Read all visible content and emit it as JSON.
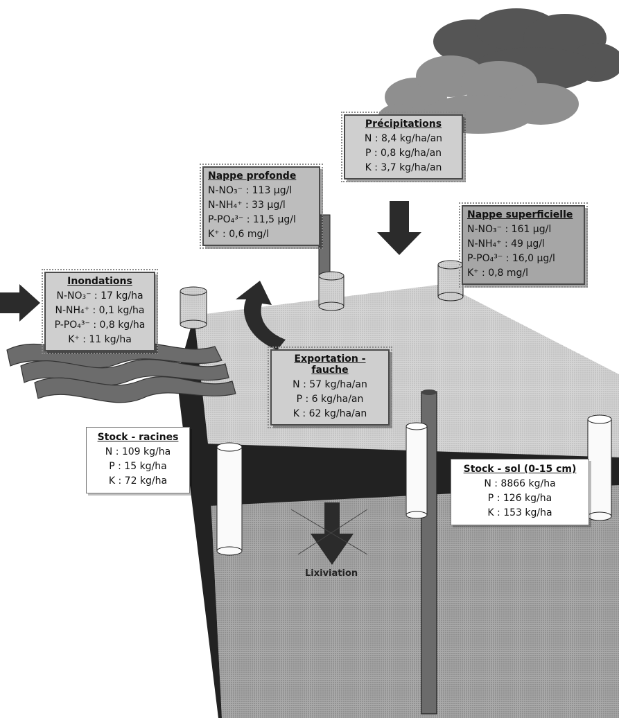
{
  "precipitations": {
    "title": "Précipitations",
    "rows": [
      "N : 8,4 kg/ha/an",
      "P : 0,8 kg/ha/an",
      "K : 3,7 kg/ha/an"
    ]
  },
  "nappe_profonde": {
    "title": "Nappe profonde",
    "rows": [
      "N-NO₃⁻ : 113 µg/l",
      "N-NH₄⁺ : 33 µg/l",
      "P-PO₄³⁻ : 11,5 µg/l",
      "K⁺ : 0,6 mg/l"
    ]
  },
  "nappe_superficielle": {
    "title": "Nappe superficielle",
    "rows": [
      "N-NO₃⁻ : 161 µg/l",
      "N-NH₄⁺ : 49 µg/l",
      "P-PO₄³⁻ : 16,0 µg/l",
      "K⁺ : 0,8 mg/l"
    ]
  },
  "inondations": {
    "title": "Inondations",
    "rows": [
      "N-NO₃⁻ : 17 kg/ha",
      "N-NH₄⁺ : 0,1 kg/ha",
      "P-PO₄³⁻ : 0,8 kg/ha",
      "K⁺ : 11 kg/ha"
    ]
  },
  "exportation": {
    "title": "Exportation - fauche",
    "rows": [
      "N : 57 kg/ha/an",
      "P : 6 kg/ha/an",
      "K : 62 kg/ha/an"
    ]
  },
  "stock_racines": {
    "title": "Stock - racines",
    "rows": [
      "N : 109 kg/ha",
      "P : 15 kg/ha",
      "K : 72 kg/ha"
    ]
  },
  "stock_sol": {
    "title": "Stock - sol (0-15 cm)",
    "rows": [
      "N : 8866 kg/ha",
      "P : 126 kg/ha",
      "K : 153 kg/ha"
    ]
  },
  "lixiviation": {
    "label": "Lixiviation"
  },
  "colors": {
    "dark": "#2b2b2b",
    "mid_gray": "#9a9a9a",
    "light_gray": "#d8d8d8"
  }
}
